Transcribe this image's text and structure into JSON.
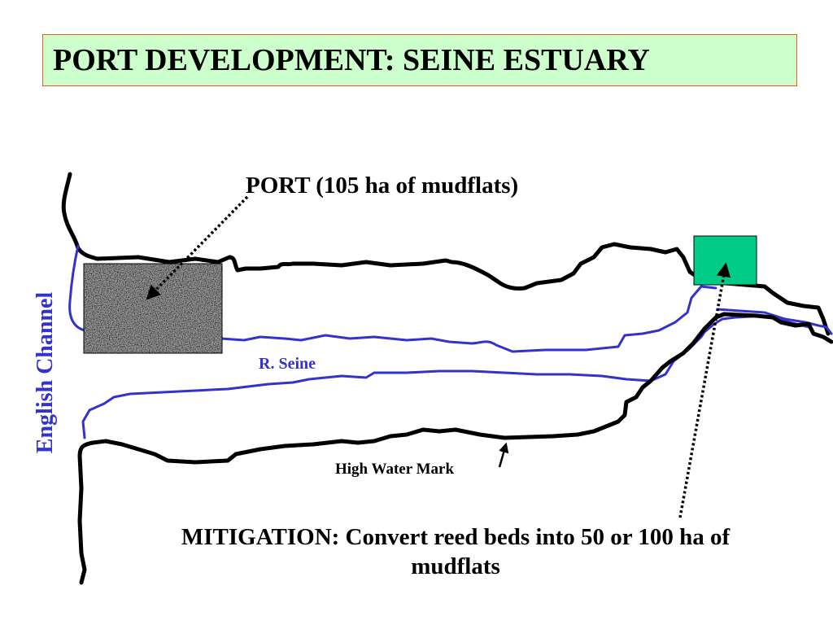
{
  "title": "PORT DEVELOPMENT: SEINE ESTUARY",
  "labels": {
    "port": "PORT (105 ha of mudflats)",
    "river": "R. Seine",
    "high_water_mark": "High Water Mark",
    "mitigation": "MITIGATION: Convert reed beds into 50  or 100 ha of mudflats",
    "sea": "English Channel"
  },
  "colors": {
    "title_background": "#ccffcc",
    "title_border": "#e06020",
    "coastline": "#000000",
    "river": "#3333cc",
    "port_area": "#9a9a9a",
    "mitigation_area": "#00cc88"
  }
}
